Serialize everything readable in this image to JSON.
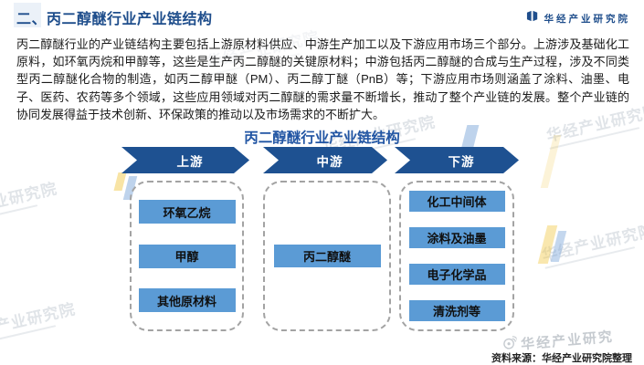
{
  "header": {
    "title": "二、丙二醇醚行业产业链结构",
    "logo_text": "华经产业研究院"
  },
  "intro_paragraph": "丙二醇醚行业的产业链结构主要包括上游原材料供应、中游生产加工以及下游应用市场三个部分。上游涉及基础化工原料，如环氧丙烷和甲醇等，这些是生产丙二醇醚的关键原材料；中游包括丙二醇醚的合成与生产过程，涉及不同类型丙二醇醚化合物的制造，如丙二醇甲醚（PM）、丙二醇丁醚（PnB）等；下游应用市场则涵盖了涂料、油墨、电子、医药、农药等多个领域，这些应用领域对丙二醇醚的需求量不断增长，推动了整个产业链的发展。整个产业链的协同发展得益于技术创新、环保政策的推动以及市场需求的不断扩大。",
  "diagram": {
    "title": "丙二醇醚行业产业链结构",
    "columns": [
      {
        "stage": "上游",
        "items": [
          "环氧乙烷",
          "甲醇",
          "其他原材料"
        ]
      },
      {
        "stage": "中游",
        "items": [
          "丙二醇醚"
        ]
      },
      {
        "stage": "下游",
        "items": [
          "化工中间体",
          "涂料及油墨",
          "电子化学品",
          "清洗剂等"
        ]
      }
    ]
  },
  "source_note": "资料来源：华经产业研究院整理",
  "watermark": {
    "text": "华经产业研究院",
    "bottom_text": "华经产业研究"
  },
  "colors": {
    "header_blue": "#1f4e8c",
    "diagram_title_blue": "#2155a3",
    "arrow_blue": "#1e5191",
    "node_blue": "#5b9bd5",
    "dashed_border_gray": "#a3a3a3"
  }
}
